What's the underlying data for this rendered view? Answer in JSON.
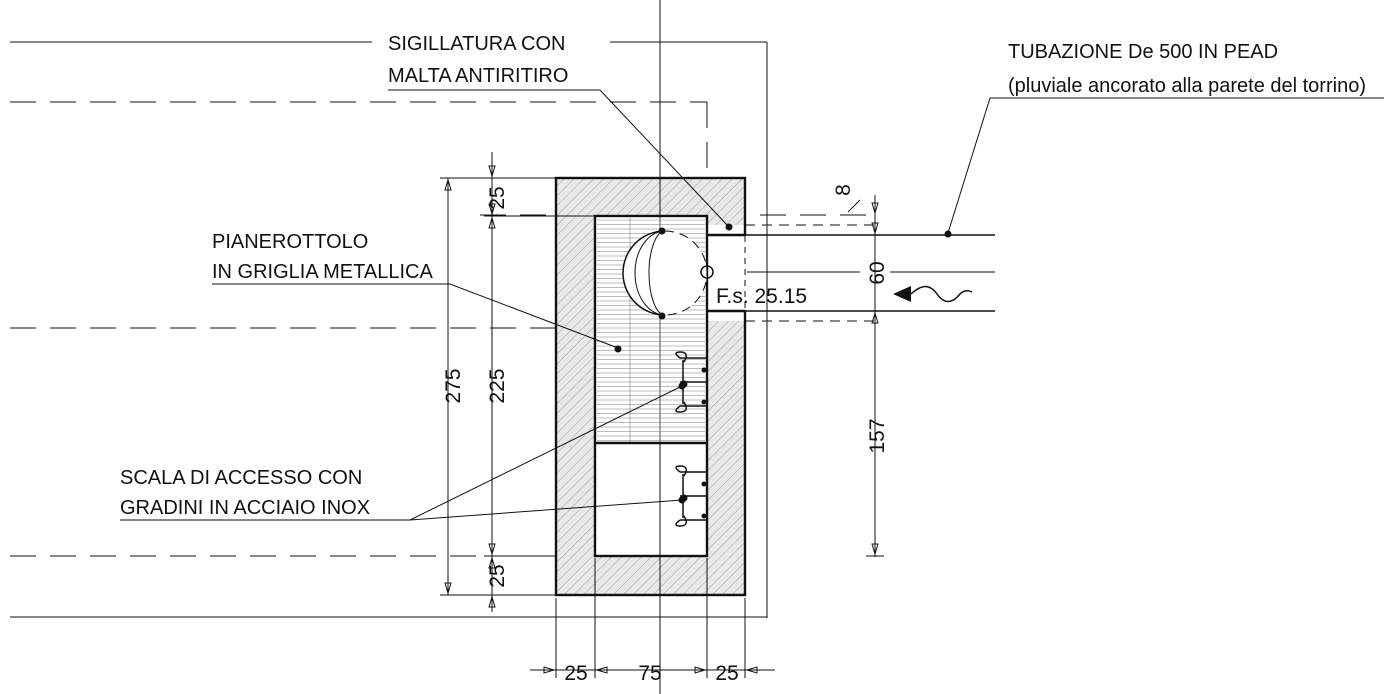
{
  "labels": {
    "sealing_line1": "SIGILLATURA CON",
    "sealing_line2": "MALTA ANTIRITIRO",
    "pipe_line1": "TUBAZIONE De 500 IN PEAD",
    "pipe_line2": "(pluviale ancorato alla parete del torrino)",
    "landing_line1": "PIANEROTTOLO",
    "landing_line2": "IN GRIGLIA METALLICA",
    "ladder_line1": "SCALA DI ACCESSO CON",
    "ladder_line2": "GRADINI IN ACCIAIO INOX",
    "elevation": "F.s. 25.15"
  },
  "dimensions": {
    "top_wall": "25",
    "total_height": "275",
    "inner_height": "225",
    "bottom_wall": "25",
    "left_wall": "25",
    "inner_width": "75",
    "right_wall": "25",
    "pipe_small": "8",
    "pipe_diameter": "60",
    "pipe_below": "157"
  },
  "colors": {
    "ink": "#111111",
    "hatch": "#8a8a8a",
    "wall_fill": "#e8e8e8",
    "grate": "#7a7a7a"
  },
  "icons": {
    "flow": "wavy-arrow-left-icon"
  }
}
